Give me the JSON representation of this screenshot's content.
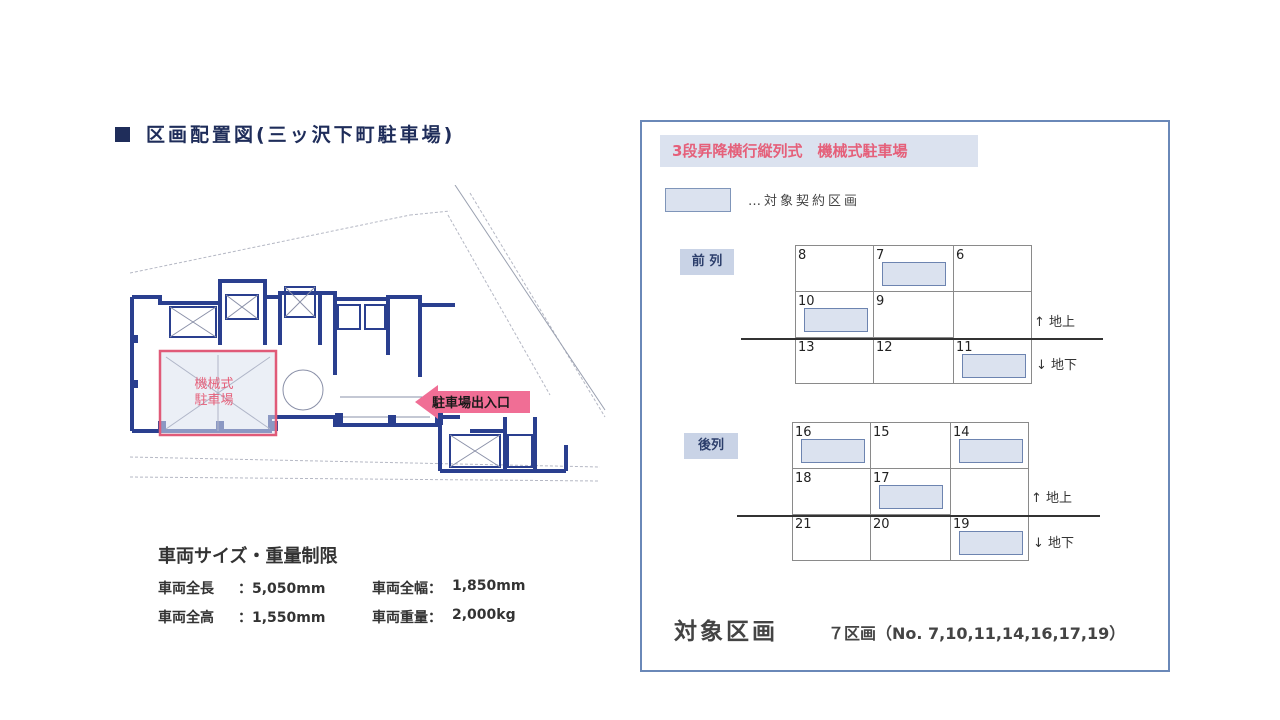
{
  "left": {
    "section_title": "区画配置図(三ッ沢下町駐車場)",
    "map": {
      "parking_label_1": "機械式",
      "parking_label_2": "駐車場",
      "entrance_label": "駐車場出入口"
    },
    "vehicle": {
      "title": "車両サイズ・重量制限",
      "specs": [
        {
          "label": "車両全長",
          "value": "：5,050mm"
        },
        {
          "label": "車両全幅：",
          "value": "1,850mm"
        },
        {
          "label": "車両全高",
          "value": "：1,550mm"
        },
        {
          "label": "車両重量：",
          "value": "2,000kg"
        }
      ]
    }
  },
  "panel": {
    "title": "3段昇降横行縦列式　機械式駐車場",
    "legend_text": "…対象契約区画",
    "front": {
      "label": "前 列",
      "cells": [
        {
          "n": "8",
          "target": false
        },
        {
          "n": "7",
          "target": true
        },
        {
          "n": "6",
          "target": false
        },
        {
          "n": "10",
          "target": true
        },
        {
          "n": "9",
          "target": false
        },
        {
          "n": "",
          "target": false
        },
        {
          "n": "13",
          "target": false
        },
        {
          "n": "12",
          "target": false
        },
        {
          "n": "11",
          "target": true
        }
      ],
      "above": "↑ 地上",
      "below": "↓ 地下"
    },
    "rear": {
      "label": "後列",
      "cells": [
        {
          "n": "16",
          "target": true
        },
        {
          "n": "15",
          "target": false
        },
        {
          "n": "14",
          "target": true
        },
        {
          "n": "18",
          "target": false
        },
        {
          "n": "17",
          "target": true
        },
        {
          "n": "",
          "target": false
        },
        {
          "n": "21",
          "target": false
        },
        {
          "n": "20",
          "target": false
        },
        {
          "n": "19",
          "target": true
        }
      ],
      "above": "↑ 地上",
      "below": "↓ 地下"
    },
    "target_title": "対象区画",
    "target_detail": "７区画（No. 7,10,11,14,16,17,19）"
  },
  "colors": {
    "navy": "#1f2d5a",
    "wall": "#2a3f8f",
    "pink": "#e5607a",
    "light_blue": "#dbe2ef",
    "panel_border": "#6a88b8"
  }
}
